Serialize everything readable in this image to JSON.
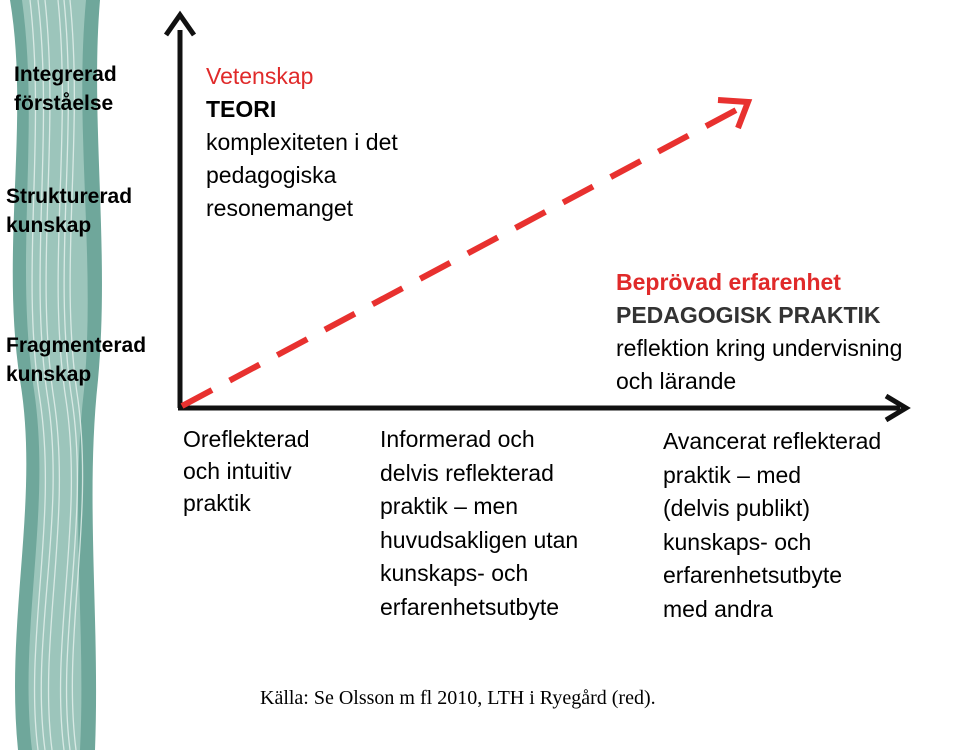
{
  "y_levels": {
    "top": [
      "Integrerad",
      "förståelse"
    ],
    "middle": [
      "Strukturerad",
      "kunskap"
    ],
    "bottom": [
      "Fragmenterad",
      "kunskap"
    ]
  },
  "top_box": {
    "title": "Vetenskap",
    "subtitle": "TEORI",
    "lines": [
      "komplexiteten i det",
      "pedagogiska",
      "resonemanget"
    ]
  },
  "right_box": {
    "title": "Beprövad erfarenhet",
    "subtitle": "PEDAGOGISK PRAKTIK",
    "lines": [
      "reflektion kring undervisning",
      "och lärande"
    ]
  },
  "x_levels": {
    "level1": [
      "Oreflekterad",
      "och intuitiv",
      "praktik"
    ],
    "level2": [
      "Informerad och",
      "delvis reflekterad",
      "praktik – men",
      "huvudsakligen utan",
      "kunskaps- och",
      "erfarenhetsutbyte"
    ],
    "level3": [
      "Avancerat reflekterad",
      "praktik – med",
      "(delvis publikt)",
      "kunskaps- och",
      "erfarenhetsutbyte",
      "med andra"
    ]
  },
  "source": "Källa: Se Olsson m fl 2010, LTH i Ryegård (red).",
  "colors": {
    "accent_red": "#e02a2a",
    "trend_arrow": "#e8312f",
    "decor_teal": "#5f9a8e",
    "axis": "#111111"
  }
}
